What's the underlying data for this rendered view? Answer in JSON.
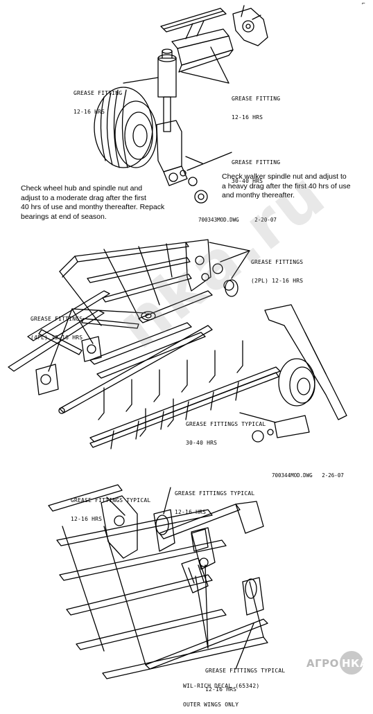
{
  "section1": {
    "grease_left": [
      "GREASE FITTING",
      "12-16 HRS"
    ],
    "grease_right": [
      "GREASE FITTING",
      "12-16 HRS"
    ],
    "grease_lower": [
      "GREASE FITTING",
      "30-40 HRS"
    ],
    "note_right": [
      "Check walker spindle nut and adjust to",
      "a heavy drag after the first 40 hrs of use",
      "and monthy thereafter."
    ],
    "note_left": [
      "Check wheel hub and spindle nut and",
      " adjust to a moderate drag after the first",
      "40 hrs of use and monthy thereafter. Repack",
      "bearings at end of season."
    ],
    "dwg": "700343MOD.DWG     2-20-07"
  },
  "section2": {
    "grease_top": [
      "GREASE FITTINGS",
      "(2PL) 12-16 HRS"
    ],
    "grease_left": [
      "GREASE FITTINGS",
      "(4PL) 12-16 HRS"
    ],
    "grease_wheel": [
      "GREASE FITTINGS TYPICAL",
      "30-40 HRS"
    ],
    "dwg": "700344MOD.DWG   2-26-07"
  },
  "section3": {
    "grease_a": [
      "GREASE FITTINGS TYPICAL",
      "12-16 HRS"
    ],
    "grease_b": [
      "GREASE FITTINGS TYPICAL",
      "12-16 HRS"
    ],
    "grease_c": [
      "GREASE FITTINGS TYPICAL",
      "12-16 HRS"
    ],
    "decal": [
      "WIL-RICH DECAL (65342)",
      "OUTER WINGS ONLY"
    ]
  },
  "watermark": "nka.ru",
  "logo": {
    "word1": "АГРО",
    "word2": "НКА"
  },
  "corner_mark": "⌐"
}
